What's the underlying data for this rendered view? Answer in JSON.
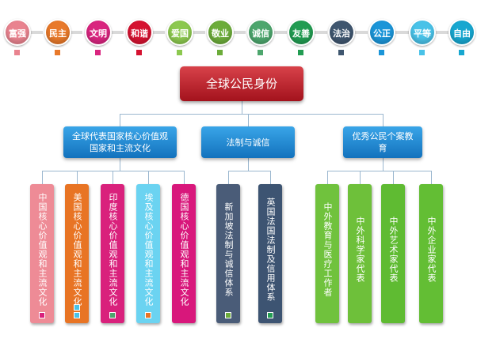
{
  "values": [
    {
      "label": "富强",
      "color": "#e9838f"
    },
    {
      "label": "民主",
      "color": "#e8792a"
    },
    {
      "label": "文明",
      "color": "#d9257f"
    },
    {
      "label": "和谐",
      "color": "#d51230"
    },
    {
      "label": "爱国",
      "color": "#8cc84f"
    },
    {
      "label": "敬业",
      "color": "#6cac3a"
    },
    {
      "label": "诚信",
      "color": "#4da66d"
    },
    {
      "label": "友善",
      "color": "#229c52"
    },
    {
      "label": "法治",
      "color": "#3f566f"
    },
    {
      "label": "公正",
      "color": "#1b95d8"
    },
    {
      "label": "平等",
      "color": "#49c2e8"
    },
    {
      "label": "自由",
      "color": "#17a7d0"
    }
  ],
  "root": {
    "label": "全球公民身份"
  },
  "branches": [
    {
      "label": "全球代表国家核心价值观国家和主流文化",
      "leaves": [
        {
          "label": "中国核心价值观和主流文化",
          "color": "#ee8b96"
        },
        {
          "label": "美国核心价值观和主流文化",
          "color": "#e87424"
        },
        {
          "label": "印度核心价值观和主流文化",
          "color": "#d9217c"
        },
        {
          "label": "埃及核心价值观和主流文化",
          "color": "#6bd3f1"
        },
        {
          "label": "德国核心价值观和主流文化",
          "color": "#d8177b"
        }
      ]
    },
    {
      "label": "法制与诚信",
      "leaves": [
        {
          "label": "新加坡法制与诚信体系",
          "color": "#4a5c78"
        },
        {
          "label": "英国法国法制及信用体系",
          "color": "#3d5472"
        }
      ]
    },
    {
      "label": "优秀公民个案教育",
      "leaves": [
        {
          "label": "中外教育与医疗工作者",
          "color": "#70c23d"
        },
        {
          "label": "中外科学家代表",
          "color": "#6ec03a"
        },
        {
          "label": "中外艺术家代表",
          "color": "#5fbb32"
        },
        {
          "label": "中外企业家代表",
          "color": "#63be34"
        }
      ]
    }
  ]
}
